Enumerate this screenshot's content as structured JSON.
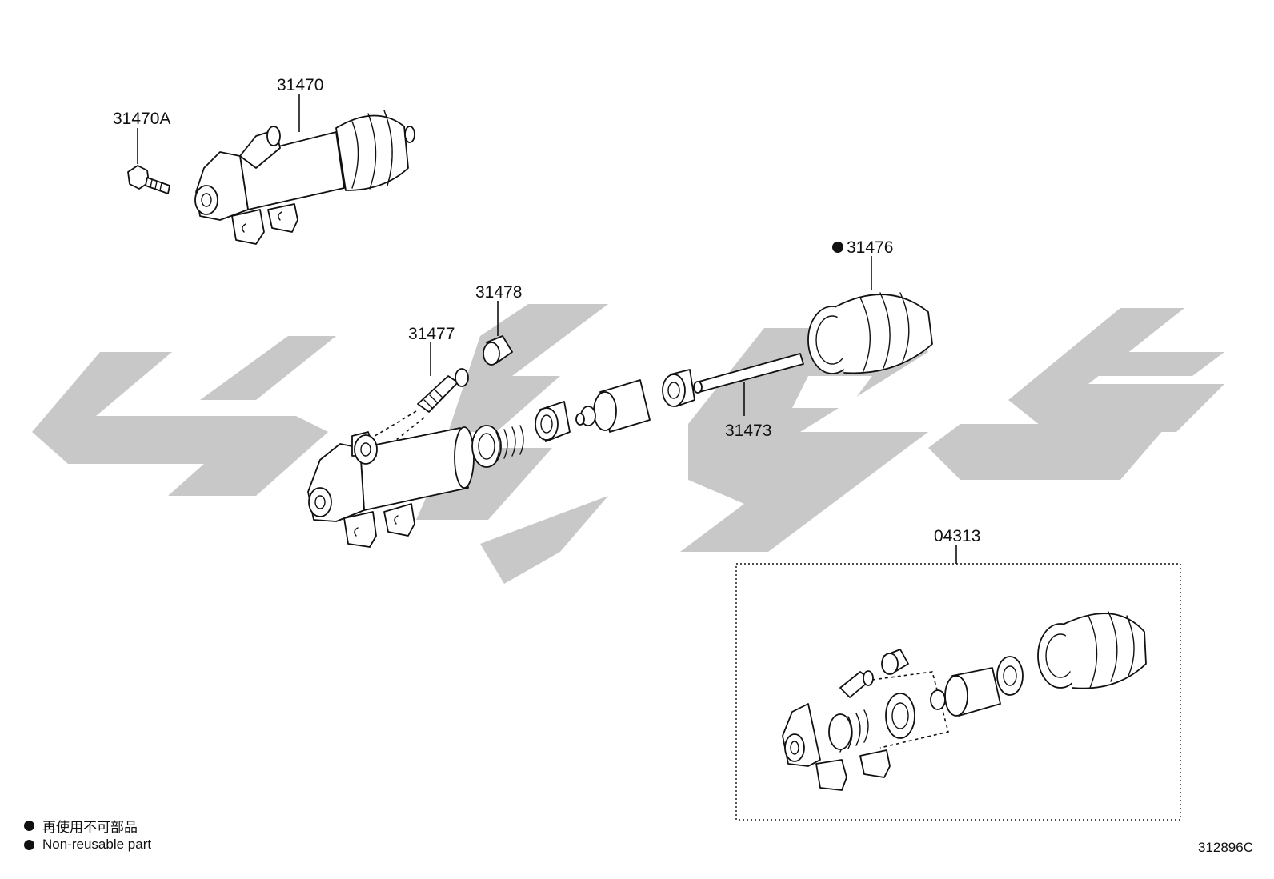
{
  "labels": {
    "bolt": "31470A",
    "cylinder_assy": "31470",
    "boot": "31476",
    "bleeder_plug": "31477",
    "bleeder_cap": "31478",
    "push_rod": "31473",
    "repair_kit": "04313"
  },
  "legend": {
    "non_reusable_cjk": "再使用不可部品",
    "non_reusable_en": "Non-reusable part"
  },
  "diagram_code": "312896C",
  "colors": {
    "ink": "#111111",
    "watermark": "#c8c8c8"
  }
}
